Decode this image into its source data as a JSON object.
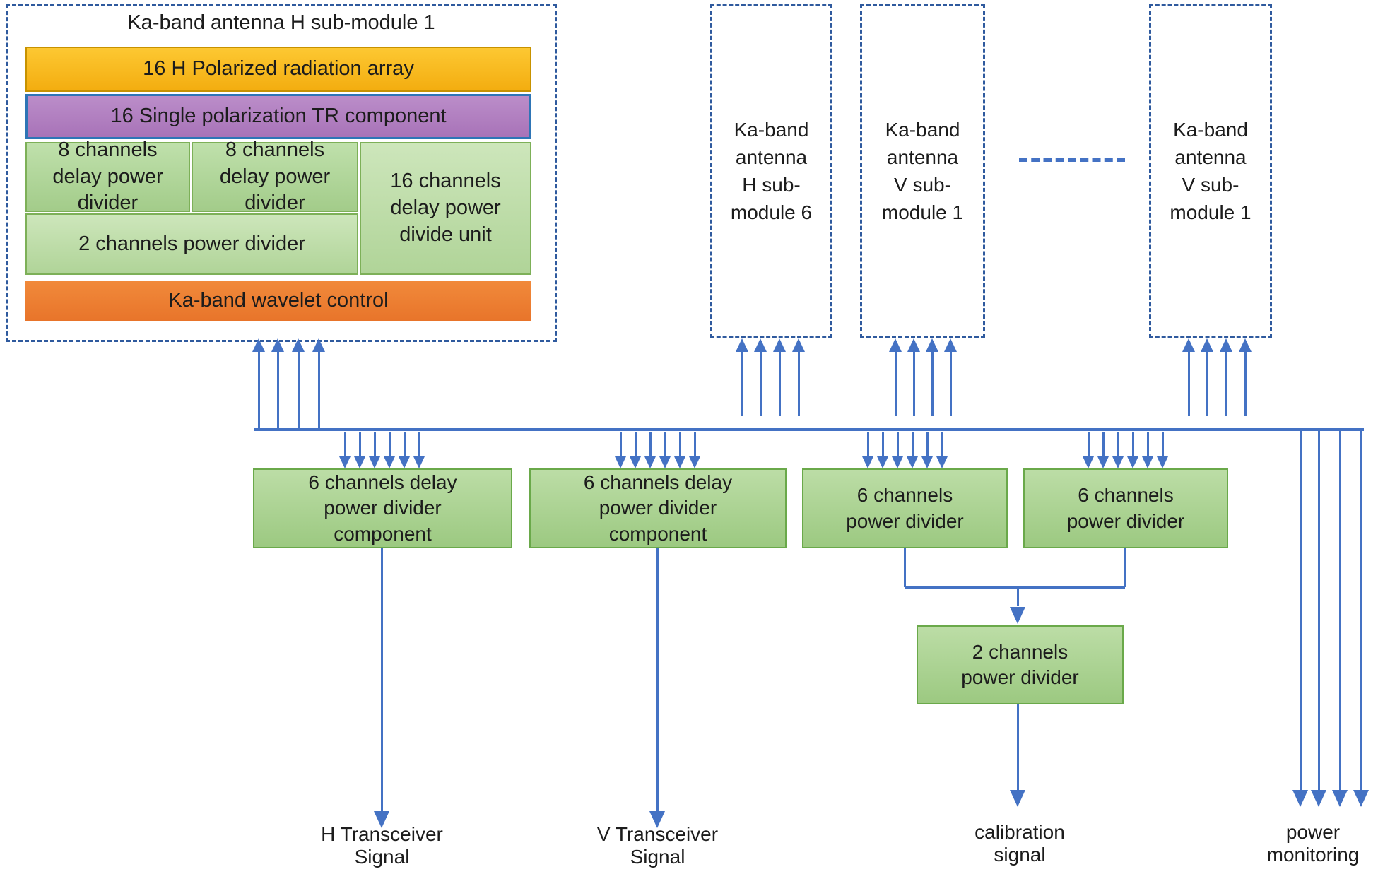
{
  "module1": {
    "title": "Ka-band antenna H sub-module 1",
    "radiation_array": "16 H Polarized radiation array",
    "tr_component": "16 Single polarization TR component",
    "delay8_left": "8 channels delay power divider",
    "delay8_right": "8 channels delay power divider",
    "delay16_unit": "16 channels delay power divide unit",
    "divider2": "2 channels power divider",
    "wavelet_control": "Ka-band wavelet control"
  },
  "submodules": [
    {
      "label": "Ka-band antenna H sub-module 6"
    },
    {
      "label": "Ka-band antenna V sub-module 1"
    },
    {
      "label": "Ka-band antenna V sub-module 1"
    }
  ],
  "mid_dividers": {
    "delay6_left": "6 channels delay power divider component",
    "delay6_right": "6 channels delay power divider component",
    "pd6_left": "6 channels power divider",
    "pd6_right": "6 channels power divider",
    "pd2": "2 channels power divider"
  },
  "outputs": {
    "h_transceiver": "H Transceiver Signal",
    "v_transceiver": "V Transceiver Signal",
    "calibration": "calibration signal",
    "power_monitoring": "power monitoring"
  },
  "colors": {
    "arrow_blue": "#4472c4",
    "dashed_border_blue": "#2f5a9e",
    "yellow": "#fcbd17",
    "purple": "#b180c2",
    "purple_border": "#2e75b6",
    "green_fill": "#acd392",
    "green_border": "#70ad47",
    "orange": "#ed7d31"
  }
}
